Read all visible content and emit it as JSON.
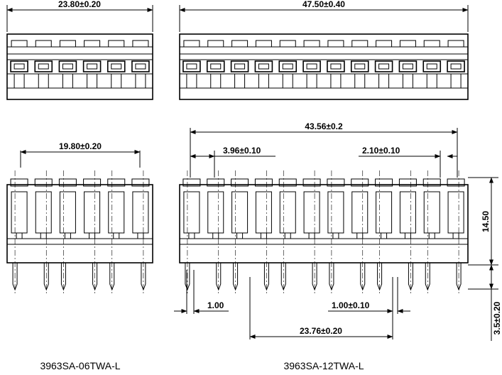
{
  "top_left": {
    "width_dim": "23.80±0.20",
    "pins": 6
  },
  "top_right": {
    "width_dim": "47.50±0.40",
    "pins": 12
  },
  "front_left": {
    "pitch_span_dim": "19.80±0.20",
    "pins": 6,
    "part_number": "3963SA-06TWA-L"
  },
  "front_right": {
    "overall_dim": "43.56±0.2",
    "pitch_dim": "3.96±0.10",
    "pitch2_dim": "2.10±0.10",
    "height_dim": "14.50",
    "pin_len_dim": "3.5±0.20",
    "pin_w_dim": "1.00",
    "pin_w2_dim": "1.00±0.10",
    "pin_span_dim": "23.76±0.20",
    "pins": 12,
    "part_number": "3963SA-12TWA-L"
  }
}
